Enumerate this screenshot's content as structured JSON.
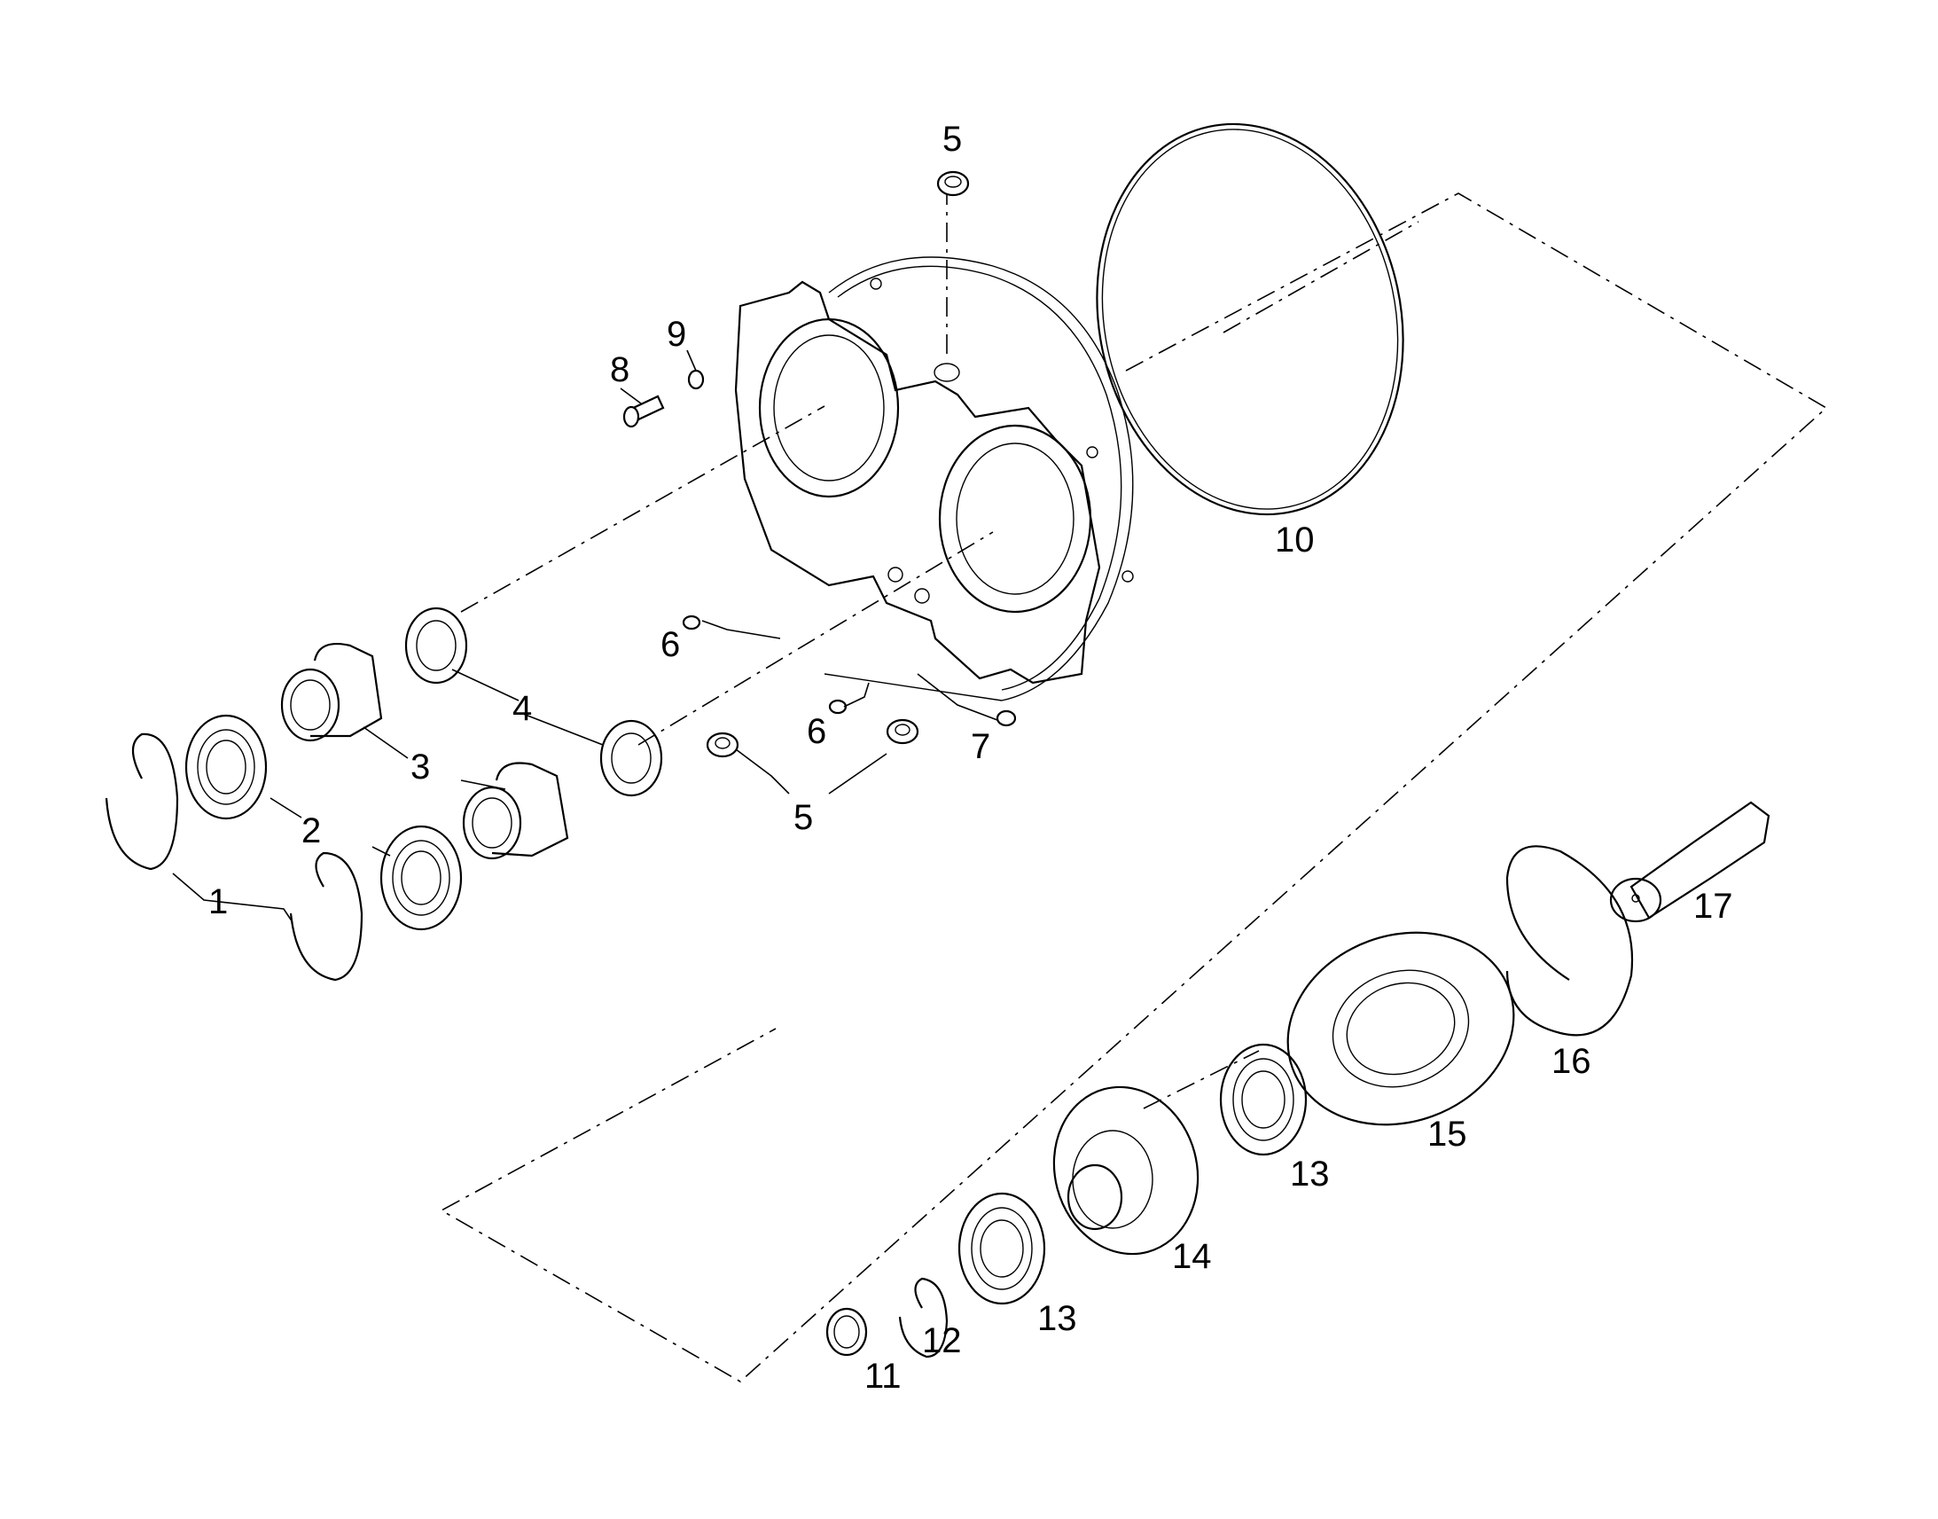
{
  "callouts": [
    {
      "id": "c1",
      "text": "1"
    },
    {
      "id": "c2",
      "text": "2"
    },
    {
      "id": "c3",
      "text": "3"
    },
    {
      "id": "c4",
      "text": "4"
    },
    {
      "id": "c5a",
      "text": "5"
    },
    {
      "id": "c5b",
      "text": "5"
    },
    {
      "id": "c6a",
      "text": "6"
    },
    {
      "id": "c6b",
      "text": "6"
    },
    {
      "id": "c7",
      "text": "7"
    },
    {
      "id": "c8",
      "text": "8"
    },
    {
      "id": "c9",
      "text": "9"
    },
    {
      "id": "c10",
      "text": "10"
    },
    {
      "id": "c11",
      "text": "11"
    },
    {
      "id": "c12",
      "text": "12"
    },
    {
      "id": "c13a",
      "text": "13"
    },
    {
      "id": "c13b",
      "text": "13"
    },
    {
      "id": "c14",
      "text": "14"
    },
    {
      "id": "c15",
      "text": "15"
    },
    {
      "id": "c16",
      "text": "16"
    },
    {
      "id": "c17",
      "text": "17"
    }
  ]
}
